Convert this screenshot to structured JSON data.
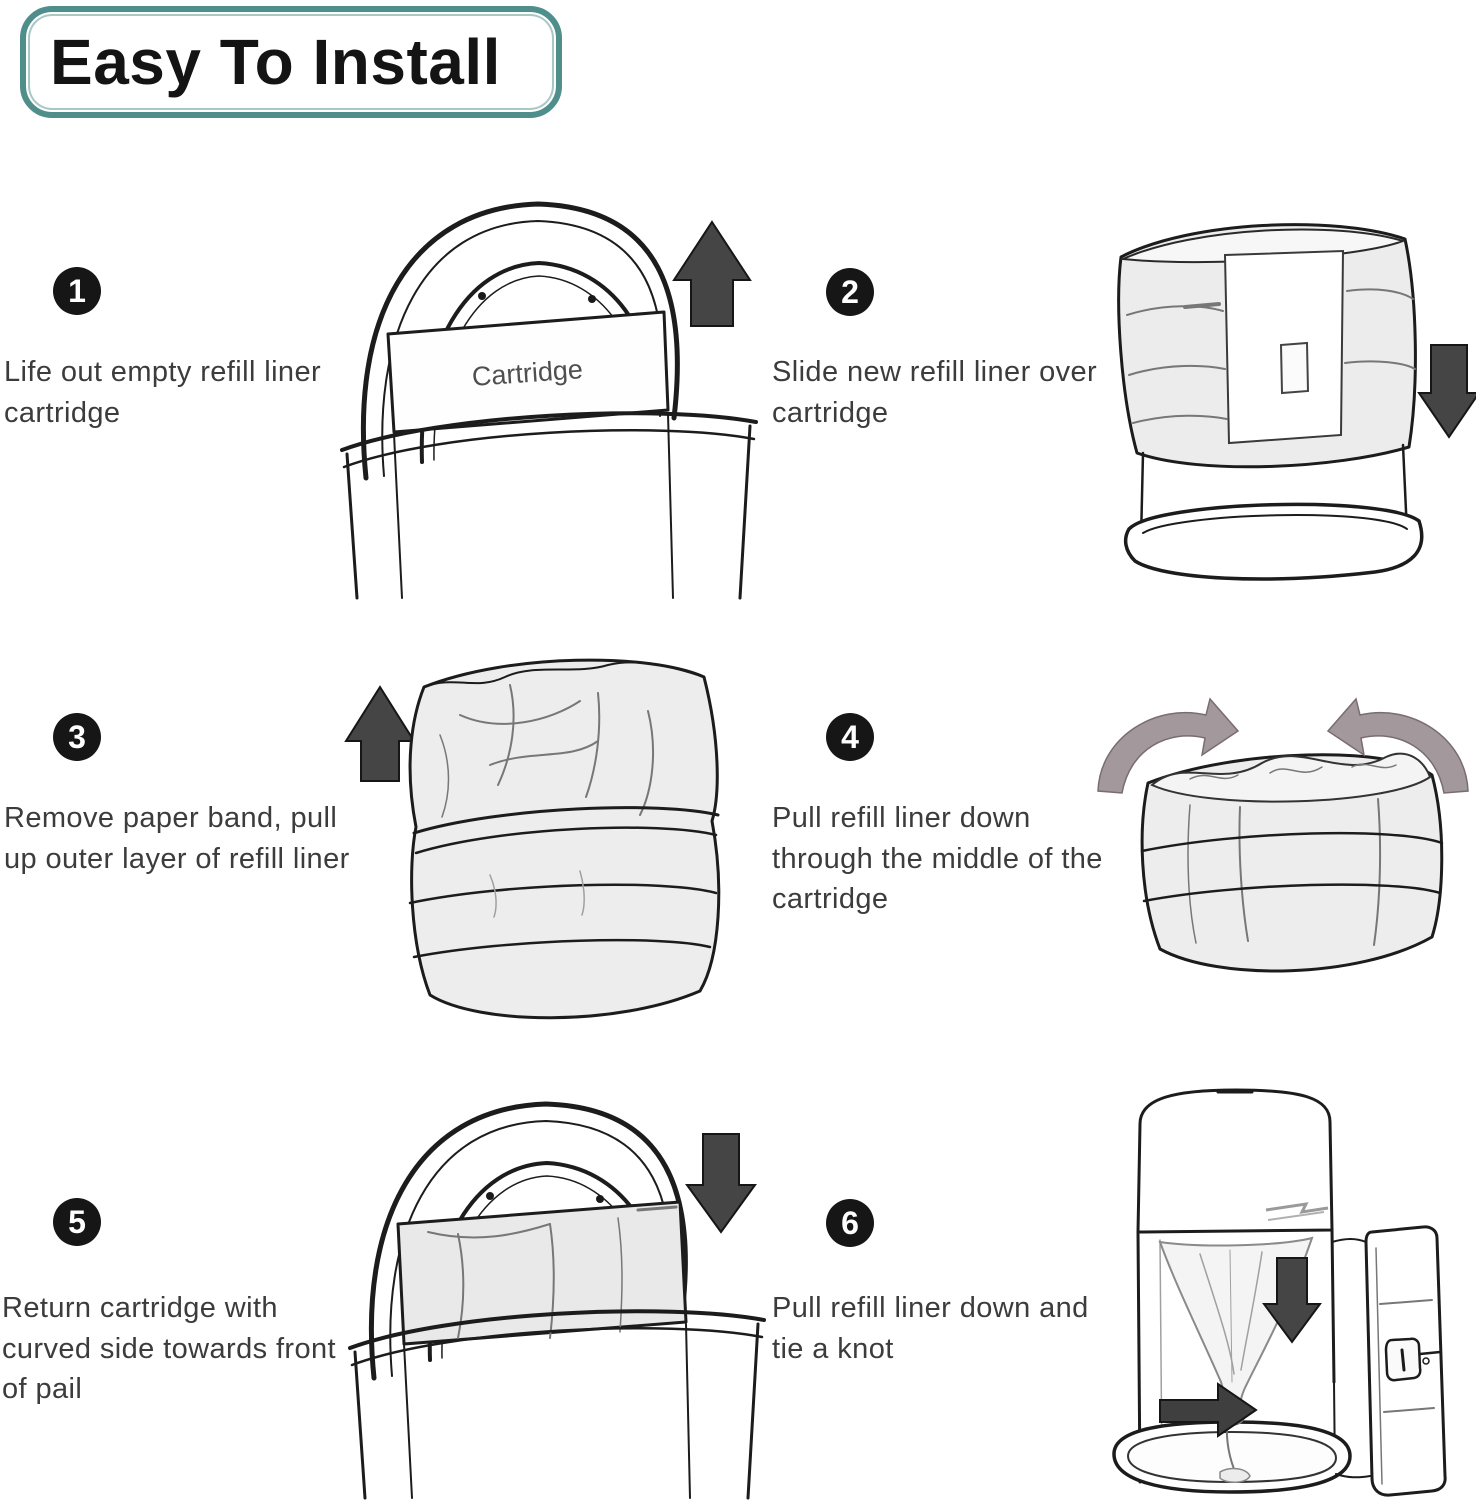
{
  "title": "Easy To Install",
  "theme": {
    "accent_border": "#4f8e8b",
    "arrow_dark": "#454545",
    "arrow_mauve": "#a3989b",
    "text_color": "#3c3c3c"
  },
  "illustration_labels": {
    "cartridge": "Cartridge"
  },
  "steps": [
    {
      "number": "1",
      "caption": "Life out empty refill liner cartridge",
      "illustration": "pail-cartridge-lift-out",
      "arrows": [
        "up"
      ]
    },
    {
      "number": "2",
      "caption": "Slide new refill liner over cartridge",
      "illustration": "refill-liner-over-cartridge",
      "arrows": [
        "down"
      ]
    },
    {
      "number": "3",
      "caption": "Remove paper band, pull up outer layer of refill liner",
      "illustration": "refill-liner-bundle",
      "arrows": [
        "up"
      ]
    },
    {
      "number": "4",
      "caption": "Pull refill liner down through the middle of the cartridge",
      "illustration": "liner-pulled-into-cartridge-middle",
      "arrows": [
        "curved-down-left",
        "curved-down-right"
      ]
    },
    {
      "number": "5",
      "caption": "Return cartridge with curved side towards front of pail",
      "illustration": "cartridge-returned-to-pail",
      "arrows": [
        "down"
      ]
    },
    {
      "number": "6",
      "caption": "Pull refill liner down and tie a knot",
      "illustration": "pail-open-door-tie-knot",
      "arrows": [
        "down",
        "right"
      ]
    }
  ]
}
